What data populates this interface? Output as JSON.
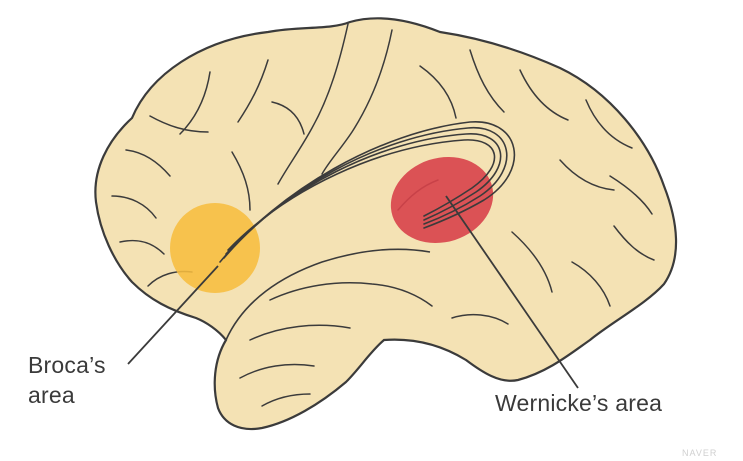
{
  "labels": {
    "broca_line1": "Broca’s",
    "broca_line2": "area",
    "wernicke": "Wernicke’s area"
  },
  "watermark": "NAVER",
  "colors": {
    "brain_fill": "#f4e2b4",
    "outline": "#3b3b3b",
    "broca_area": "#f7bd3f",
    "wernicke_area": "#d8424a",
    "text": "#3a3a3a"
  }
}
